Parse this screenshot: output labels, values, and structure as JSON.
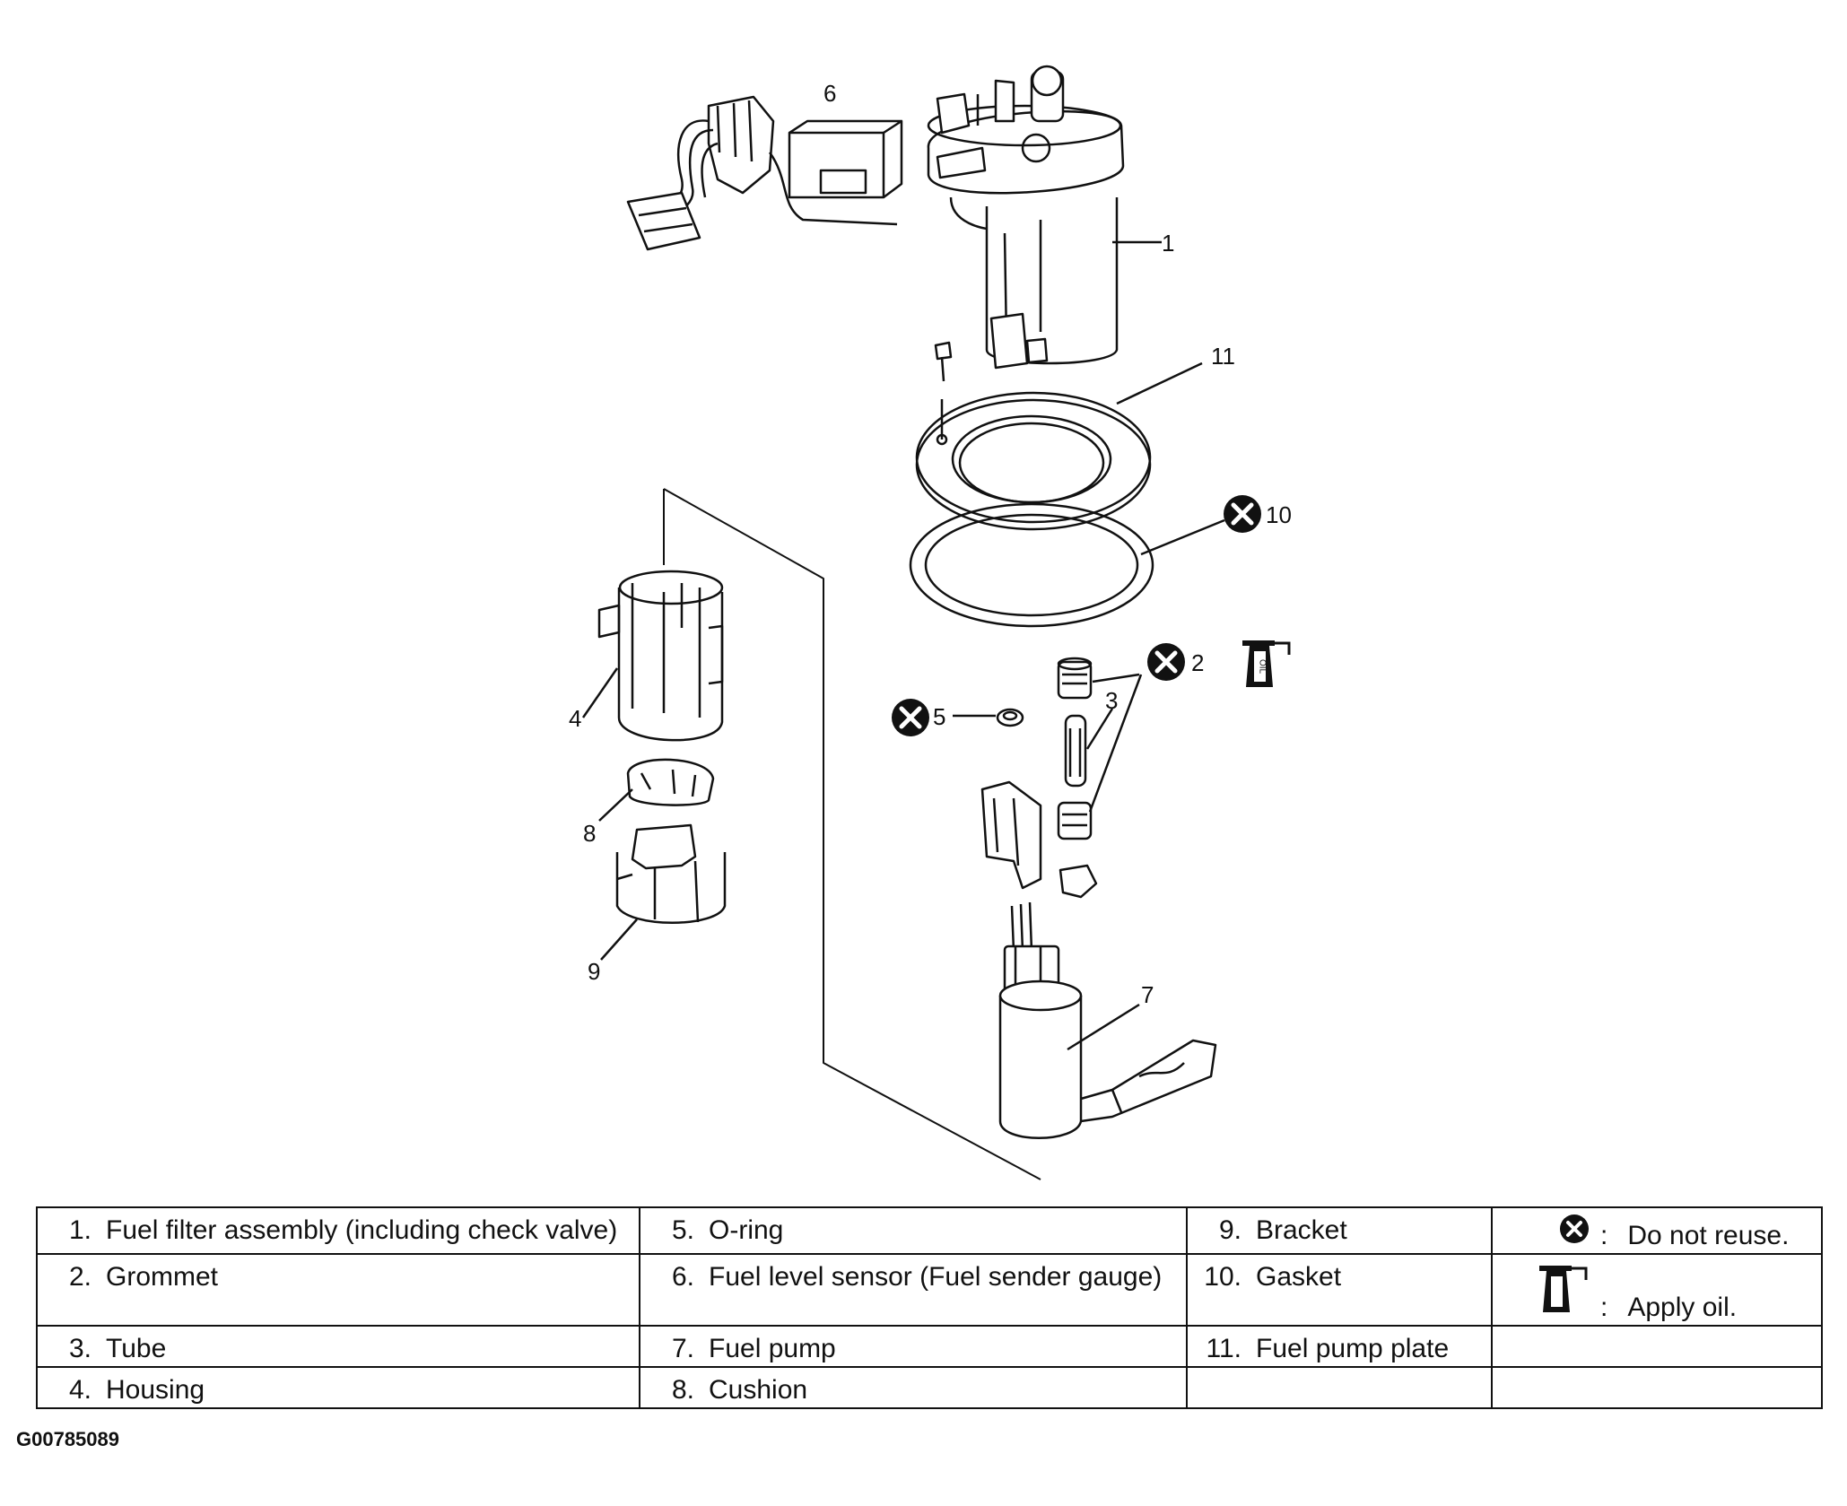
{
  "callouts": {
    "c1": "1",
    "c2": "2",
    "c3": "3",
    "c4": "4",
    "c5": "5",
    "c6": "6",
    "c7": "7",
    "c8": "8",
    "c9": "9",
    "c10": "10",
    "c11": "11"
  },
  "legend": {
    "rows": [
      [
        {
          "num": "1.",
          "text": "Fuel filter assembly (including check valve)"
        },
        {
          "num": "5.",
          "text": "O-ring"
        },
        {
          "num": "9.",
          "text": "Bracket"
        },
        {
          "symbol": "do-not-reuse-icon",
          "text": "Do not reuse."
        }
      ],
      [
        {
          "num": "2.",
          "text": "Grommet"
        },
        {
          "num": "6.",
          "text": "Fuel level sensor (Fuel sender gauge)"
        },
        {
          "num": "10.",
          "text": "Gasket"
        },
        {
          "symbol": "apply-oil-icon",
          "text": "Apply oil."
        }
      ],
      [
        {
          "num": "3.",
          "text": "Tube"
        },
        {
          "num": "7.",
          "text": "Fuel pump"
        },
        {
          "num": "11.",
          "text": "Fuel pump plate"
        },
        {
          "text": ""
        }
      ],
      [
        {
          "num": "4.",
          "text": "Housing"
        },
        {
          "num": "8.",
          "text": "Cushion"
        },
        {
          "text": ""
        },
        {
          "text": ""
        }
      ]
    ],
    "oil_label": "OIL",
    "colon": ":"
  },
  "figure_code": "G00785089"
}
